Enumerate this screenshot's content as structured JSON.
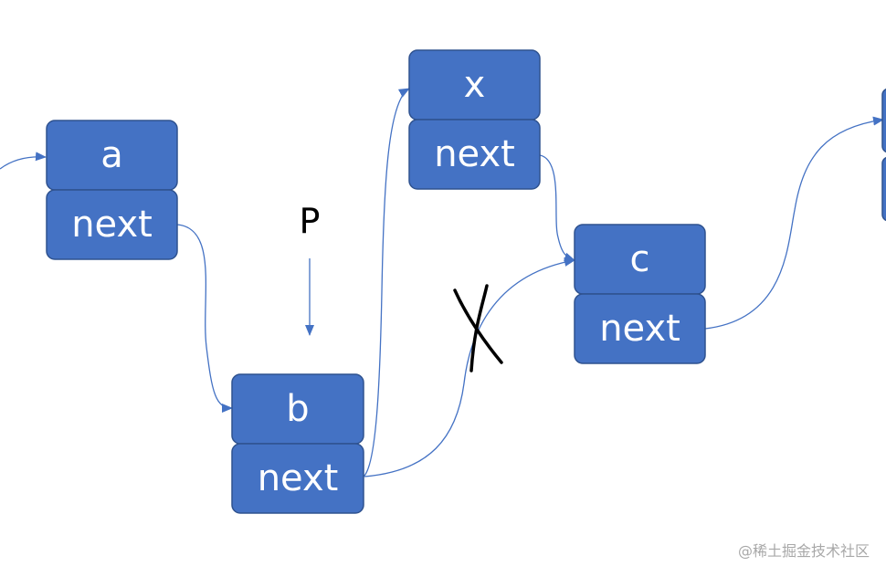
{
  "nodes": {
    "a": {
      "value": "a",
      "pointer": "next"
    },
    "b": {
      "value": "b",
      "pointer": "next"
    },
    "x": {
      "value": "x",
      "pointer": "next"
    },
    "c": {
      "value": "c",
      "pointer": "next"
    }
  },
  "pointer_label": "P",
  "colors": {
    "node_fill": "#4472c4",
    "node_border": "#2f528f",
    "arrow": "#4472c4",
    "text": "#ffffff"
  },
  "watermark": "@稀土掘金技术社区"
}
